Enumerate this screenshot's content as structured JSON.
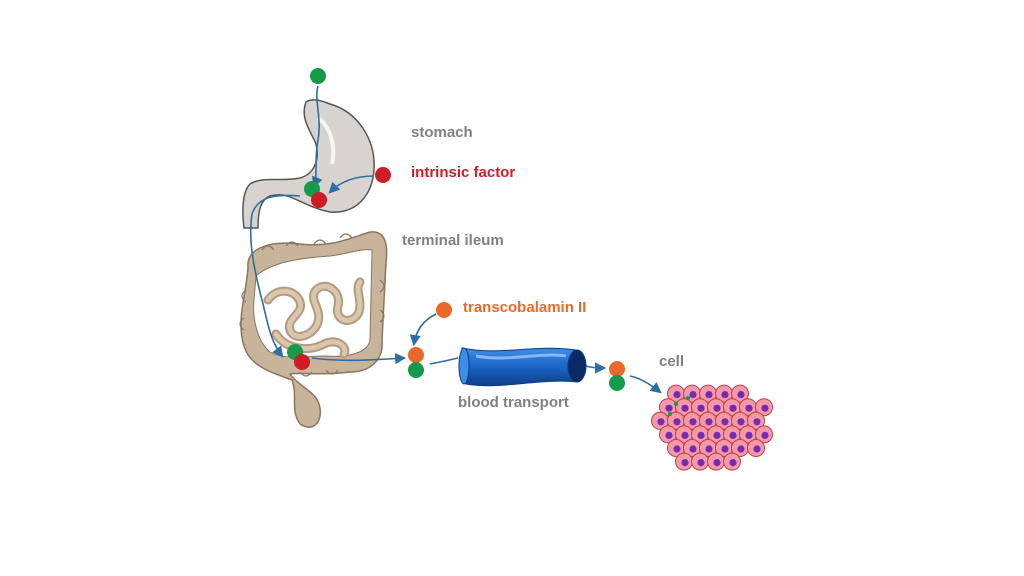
{
  "labels": {
    "stomach": "stomach",
    "intrinsic_factor": "intrinsic factor",
    "terminal_ileum": "terminal ileum",
    "transcobalamin": "transcobalamin II",
    "blood_transport": "blood transport",
    "cell": "cell"
  },
  "colors": {
    "label_gray": "#808080",
    "intrinsic_factor": "#d01c24",
    "transcobalamin": "#e86a2a",
    "b12_molecule": "#149a48",
    "arrow": "#2c6fa6",
    "stomach_fill": "#d8d3cf",
    "intestine_fill": "#c8b49a",
    "blood_vessel": "#1a64c6",
    "cell_fill": "#f49aa6",
    "nucleus": "#7a2ab0"
  }
}
